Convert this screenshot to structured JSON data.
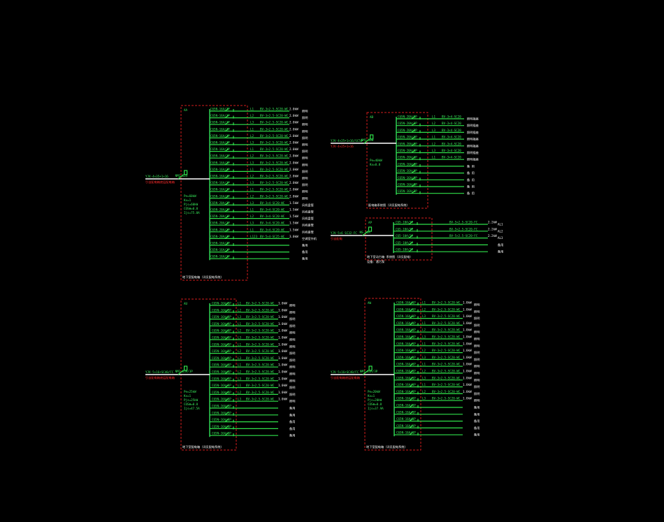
{
  "drawing": {
    "colors": {
      "background": "#000000",
      "circuit_line": "#2fe04a",
      "frame_dash": "#d21b1b",
      "feeder": "#ffffff",
      "label_green": "#39f05c",
      "label_red": "#ff2b2b"
    },
    "panels": [
      {
        "id": "panel-a",
        "code": "AA",
        "bottom_title": "地下室配电箱（详见配电系统）",
        "incoming": {
          "top": "YJV-4×35+1×16",
          "bottom": "引自配电箱底层配电箱",
          "breaker": "NM1-125"
        },
        "params": [
          "Pe=60kW",
          "Kx=1",
          "Pjs=60kW",
          "COSΦ=0.8",
          "Ijs=75.8A"
        ],
        "rows": [
          {
            "breaker": "C65N-16A/1P",
            "phase": "L1",
            "cable": "BV-3×2.5-SC20-WC",
            "power": "2.0kW",
            "load": "照明"
          },
          {
            "breaker": "C65N-16A/1P",
            "phase": "L2",
            "cable": "BV-3×2.5-SC20-WC",
            "power": "2.0kW",
            "load": "照明"
          },
          {
            "breaker": "C65N-16A/1P",
            "phase": "L3",
            "cable": "BV-3×2.5-SC20-WC",
            "power": "2.0kW",
            "load": "照明"
          },
          {
            "breaker": "C65N-16A/1P",
            "phase": "L1",
            "cable": "BV-3×2.5-SC20-WC",
            "power": "2.0kW",
            "load": "照明"
          },
          {
            "breaker": "C65N-16A/1P",
            "phase": "L2",
            "cable": "BV-3×2.5-SC20-WC",
            "power": "2.0kW",
            "load": "照明"
          },
          {
            "breaker": "C65N-16A/1P",
            "phase": "L3",
            "cable": "BV-3×2.5-SC20-WC",
            "power": "2.0kW",
            "load": "照明"
          },
          {
            "breaker": "C65N-16A/1P",
            "phase": "L1",
            "cable": "BV-3×2.5-SC20-WC",
            "power": "2.0kW",
            "load": "照明"
          },
          {
            "breaker": "C65N-16A/1P",
            "phase": "L2",
            "cable": "BV-3×2.5-SC20-WC",
            "power": "2.0kW",
            "load": "照明"
          },
          {
            "breaker": "C65N-16A/1P",
            "phase": "L3",
            "cable": "BV-3×2.5-SC20-WC",
            "power": "2.0kW",
            "load": "照明"
          },
          {
            "breaker": "C65N-16A/1P",
            "phase": "L1",
            "cable": "BV-3×2.5-SC20-WC",
            "power": "2.0kW",
            "load": "照明"
          },
          {
            "breaker": "C65N-16A/1P",
            "phase": "L2",
            "cable": "BV-3×2.5-SC20-WC",
            "power": "2.0kW",
            "load": "照明"
          },
          {
            "breaker": "C65N-16A/1P",
            "phase": "L3",
            "cable": "BV-3×2.5-SC20-WC",
            "power": "2.0kW",
            "load": "照明"
          },
          {
            "breaker": "C65N-16A/1P",
            "phase": "L1",
            "cable": "BV-3×2.5-SC20-WC",
            "power": "2.0kW",
            "load": "照明"
          },
          {
            "breaker": "C65N-16A/1P",
            "phase": "L2",
            "cable": "BV-3×2.5-SC20-WC",
            "power": "2.0kW",
            "load": "照明"
          },
          {
            "breaker": "C65N-20A/1P",
            "phase": "L3",
            "cable": "BV-3×4-SC20-WC",
            "power": "1.5kW",
            "load": "风机盘管"
          },
          {
            "breaker": "C65N-20A/1P",
            "phase": "L1",
            "cable": "BV-3×4-SC20-WC",
            "power": "1.5kW",
            "load": "风机盘管"
          },
          {
            "breaker": "C65N-20A/1P",
            "phase": "L2",
            "cable": "BV-3×4-SC20-WC",
            "power": "1.5kW",
            "load": "风机盘管"
          },
          {
            "breaker": "C65N-20A/1P",
            "phase": "L3",
            "cable": "BV-3×4-SC20-WC",
            "power": "1.5kW",
            "load": "风机盘管"
          },
          {
            "breaker": "C65N-20A/1P",
            "phase": "L1",
            "cable": "BV-3×4-SC20-WC",
            "power": "1.5kW",
            "load": "风机盘管"
          },
          {
            "breaker": "C65N-20A/3P",
            "phase": "L123",
            "cable": "BV-5×4-SC25-WC",
            "power": "3.0kW",
            "load": "空调室外机"
          },
          {
            "breaker": "C65N-16A/1P",
            "phase": "",
            "cable": "",
            "power": "",
            "load": "备用"
          },
          {
            "breaker": "C65N-16A/1P",
            "phase": "",
            "cable": "",
            "power": "",
            "load": "备用"
          },
          {
            "breaker": "C65N-16A/1P",
            "phase": "",
            "cable": "",
            "power": "",
            "load": "备用"
          }
        ]
      },
      {
        "id": "panel-b",
        "code": "AB",
        "bottom_title": "配电箱系统图（详见配电系统）",
        "incoming": {
          "top": "YJV-4×25+1×16/SC50",
          "bottom": "YJV-4×25+1×16",
          "breaker": "NM1-100"
        },
        "params": [
          "Pe=40kW",
          "Kx=0.8"
        ],
        "rows": [
          {
            "breaker": "C65N-20A/1P",
            "phase": "L1",
            "cable": "BV-3×4-SC20",
            "power": "",
            "load": "照明插座"
          },
          {
            "breaker": "C65N-20A/1P",
            "phase": "L2",
            "cable": "BV-3×4-SC20",
            "power": "",
            "load": "照明插座"
          },
          {
            "breaker": "C65N-20A/1P",
            "phase": "L3",
            "cable": "BV-3×4-SC20",
            "power": "",
            "load": "照明插座"
          },
          {
            "breaker": "C65N-20A/1P",
            "phase": "L1",
            "cable": "BV-3×4-SC20",
            "power": "",
            "load": "照明插座"
          },
          {
            "breaker": "C65N-20A/1P",
            "phase": "L2",
            "cable": "BV-3×4-SC20",
            "power": "",
            "load": "照明插座"
          },
          {
            "breaker": "C65N-20A/1P",
            "phase": "L3",
            "cable": "BV-3×4-SC20",
            "power": "",
            "load": "照明插座"
          },
          {
            "breaker": "C65N-20A/1P",
            "phase": "L1",
            "cable": "BV-3×4-SC20",
            "power": "",
            "load": "照明插座"
          },
          {
            "breaker": "C65N-16A/1P",
            "phase": "",
            "cable": "",
            "power": "",
            "load": "备 用"
          },
          {
            "breaker": "C65N-16A/1P",
            "phase": "",
            "cable": "",
            "power": "",
            "load": "备 用"
          },
          {
            "breaker": "C65N-16A/1P",
            "phase": "",
            "cable": "",
            "power": "",
            "load": "备 用"
          },
          {
            "breaker": "C65N-16A/1P",
            "phase": "",
            "cable": "",
            "power": "",
            "load": "备 用"
          },
          {
            "breaker": "C65N-16A/1P",
            "phase": "",
            "cable": "",
            "power": "",
            "load": "备 用"
          }
        ]
      },
      {
        "id": "panel-c",
        "code": "AP",
        "bottom_title": "地下室动力箱 系统图（详见配电）",
        "bottom_subtitle": "设备：潜污泵",
        "incoming": {
          "top": "YJV-5×6 SC32-FC",
          "bottom": "引自配电",
          "breaker": "NS-32A"
        },
        "params": [],
        "rows": [
          {
            "breaker": "C65-10A/3P",
            "phase": "",
            "cable": "BV-5×2.5-SC20-FC",
            "power": "2.2kW",
            "load": "AL1"
          },
          {
            "breaker": "C65-10A/3P",
            "phase": "",
            "cable": "BV-5×2.5-SC20-FC",
            "power": "2.2kW",
            "load": "AL2"
          },
          {
            "breaker": "C65-10A/3P",
            "phase": "",
            "cable": "BV-5×2.5-SC20-FC",
            "power": "2.2kW",
            "load": "AL3"
          },
          {
            "breaker": "C65-10A/3P",
            "phase": "",
            "cable": "",
            "power": "",
            "load": "备用"
          },
          {
            "breaker": "C65-10A/3P",
            "phase": "",
            "cable": "",
            "power": "",
            "load": "备用"
          }
        ]
      },
      {
        "id": "panel-d",
        "code": "AU",
        "bottom_title": "地下室配电箱（详见配电系统）",
        "incoming": {
          "top": "YJV-5×16+SC40/FC",
          "bottom": "引自配电箱底层配电箱",
          "breaker": "NM1-63A/3P"
        },
        "params": [
          "Pe=25kW",
          "Kx=1",
          "Pjs=25kW",
          "COSΦ=0.8",
          "Ijs=47.5A"
        ],
        "rows": [
          {
            "breaker": "C65N-16A/1P",
            "phase": "L1",
            "cable": "BV-3×2.5-SC20-WC",
            "power": "1.0kW",
            "load": "照明"
          },
          {
            "breaker": "C65N-16A/1P",
            "phase": "L2",
            "cable": "BV-3×2.5-SC20-WC",
            "power": "1.0kW",
            "load": "照明"
          },
          {
            "breaker": "C65N-16A/1P",
            "phase": "L3",
            "cable": "BV-3×2.5-SC20-WC",
            "power": "1.0kW",
            "load": "照明"
          },
          {
            "breaker": "C65N-16A/1P",
            "phase": "L1",
            "cable": "BV-3×2.5-SC20-WC",
            "power": "1.0kW",
            "load": "照明"
          },
          {
            "breaker": "C65N-16A/1P",
            "phase": "L2",
            "cable": "BV-3×2.5-SC20-WC",
            "power": "1.0kW",
            "load": "照明"
          },
          {
            "breaker": "C65N-16A/1P",
            "phase": "L3",
            "cable": "BV-3×2.5-SC20-WC",
            "power": "1.0kW",
            "load": "照明"
          },
          {
            "breaker": "C65N-16A/1P",
            "phase": "L1",
            "cable": "BV-3×2.5-SC20-WC",
            "power": "1.0kW",
            "load": "照明"
          },
          {
            "breaker": "C65N-16A/1P",
            "phase": "L2",
            "cable": "BV-3×2.5-SC20-WC",
            "power": "1.0kW",
            "load": "照明"
          },
          {
            "breaker": "C65N-16A/1P",
            "phase": "L3",
            "cable": "BV-3×2.5-SC20-WC",
            "power": "1.0kW",
            "load": "照明"
          },
          {
            "breaker": "C65N-16A/1P",
            "phase": "L1",
            "cable": "BV-3×2.5-SC20-WC",
            "power": "1.0kW",
            "load": "照明"
          },
          {
            "breaker": "C65N-16A/1P",
            "phase": "L2",
            "cable": "BV-3×2.5-SC20-WC",
            "power": "1.0kW",
            "load": "照明"
          },
          {
            "breaker": "C65N-16A/1P",
            "phase": "L3",
            "cable": "BV-3×2.5-SC20-WC",
            "power": "1.0kW",
            "load": "照明"
          },
          {
            "breaker": "C65N-16A/1P",
            "phase": "L1",
            "cable": "BV-3×2.5-SC20-WC",
            "power": "1.0kW",
            "load": "照明"
          },
          {
            "breaker": "C65N-16A/1P",
            "phase": "L2",
            "cable": "BV-3×2.5-SC20-WC",
            "power": "1.0kW",
            "load": "照明"
          },
          {
            "breaker": "C65N-16A/1P",
            "phase": "L3",
            "cable": "BV-3×2.5-SC20-WC",
            "power": "1.0kW",
            "load": "照明"
          },
          {
            "breaker": "C65N-16A/1P",
            "phase": "",
            "cable": "",
            "power": "",
            "load": "备用"
          },
          {
            "breaker": "C65N-16A/1P",
            "phase": "",
            "cable": "",
            "power": "",
            "load": "备用"
          },
          {
            "breaker": "C65N-16A/1P",
            "phase": "",
            "cable": "",
            "power": "",
            "load": "备用"
          },
          {
            "breaker": "C65N-16A/1P",
            "phase": "",
            "cable": "",
            "power": "",
            "load": "备用"
          },
          {
            "breaker": "C65N-16A/1P",
            "phase": "",
            "cable": "",
            "power": "",
            "load": "备用"
          }
        ]
      },
      {
        "id": "panel-e",
        "code": "AW",
        "bottom_title": "地下室配电箱（详见配电系统）",
        "incoming": {
          "top": "YJV-5×16+SC40/FC",
          "bottom": "引自配电箱底层配电箱",
          "breaker": "NM1-63A/3P"
        },
        "params": [
          "Pe=20kW",
          "Kx=1",
          "Pjs=20kW",
          "COSΦ=0.8",
          "Ijs=37.9A"
        ],
        "rows": [
          {
            "breaker": "C65N-16A/1P",
            "phase": "L1",
            "cable": "BV-3×2.5-SC20-WC",
            "power": "1.0kW",
            "load": "照明"
          },
          {
            "breaker": "C65N-16A/1P",
            "phase": "L2",
            "cable": "BV-3×2.5-SC20-WC",
            "power": "1.0kW",
            "load": "照明"
          },
          {
            "breaker": "C65N-16A/1P",
            "phase": "L3",
            "cable": "BV-3×2.5-SC20-WC",
            "power": "1.0kW",
            "load": "照明"
          },
          {
            "breaker": "C65N-16A/1P",
            "phase": "L1",
            "cable": "BV-3×2.5-SC20-WC",
            "power": "1.0kW",
            "load": "照明"
          },
          {
            "breaker": "C65N-16A/1P",
            "phase": "L2",
            "cable": "BV-3×2.5-SC20-WC",
            "power": "1.0kW",
            "load": "照明"
          },
          {
            "breaker": "C65N-16A/1P",
            "phase": "L3",
            "cable": "BV-3×2.5-SC20-WC",
            "power": "1.0kW",
            "load": "照明"
          },
          {
            "breaker": "C65N-16A/1P",
            "phase": "L1",
            "cable": "BV-3×2.5-SC20-WC",
            "power": "1.0kW",
            "load": "照明"
          },
          {
            "breaker": "C65N-16A/1P",
            "phase": "L2",
            "cable": "BV-3×2.5-SC20-WC",
            "power": "1.0kW",
            "load": "照明"
          },
          {
            "breaker": "C65N-16A/1P",
            "phase": "L3",
            "cable": "BV-3×2.5-SC20-WC",
            "power": "1.0kW",
            "load": "照明"
          },
          {
            "breaker": "C65N-16A/1P",
            "phase": "L1",
            "cable": "BV-3×2.5-SC20-WC",
            "power": "1.0kW",
            "load": "照明"
          },
          {
            "breaker": "C65N-16A/1P",
            "phase": "L2",
            "cable": "BV-3×2.5-SC20-WC",
            "power": "1.0kW",
            "load": "照明"
          },
          {
            "breaker": "C65N-16A/1P",
            "phase": "L3",
            "cable": "BV-3×2.5-SC20-WC",
            "power": "1.0kW",
            "load": "照明"
          },
          {
            "breaker": "C65N-16A/1P",
            "phase": "L1",
            "cable": "BV-3×2.5-SC20-WC",
            "power": "1.0kW",
            "load": "照明"
          },
          {
            "breaker": "C65N-16A/1P",
            "phase": "L2",
            "cable": "BV-3×2.5-SC20-WC",
            "power": "1.0kW",
            "load": "照明"
          },
          {
            "breaker": "C65N-16A/1P",
            "phase": "L3",
            "cable": "BV-3×2.5-SC20-WC",
            "power": "1.0kW",
            "load": "照明"
          },
          {
            "breaker": "C65N-16A/1P",
            "phase": "",
            "cable": "",
            "power": "",
            "load": "备用"
          },
          {
            "breaker": "C65N-16A/1P",
            "phase": "",
            "cable": "",
            "power": "",
            "load": "备用"
          },
          {
            "breaker": "C65N-16A/1P",
            "phase": "",
            "cable": "",
            "power": "",
            "load": "备用"
          },
          {
            "breaker": "C65N-16A/1P",
            "phase": "",
            "cable": "",
            "power": "",
            "load": "备用"
          },
          {
            "breaker": "C65N-16A/1P",
            "phase": "",
            "cable": "",
            "power": "",
            "load": "备用"
          }
        ]
      }
    ]
  }
}
